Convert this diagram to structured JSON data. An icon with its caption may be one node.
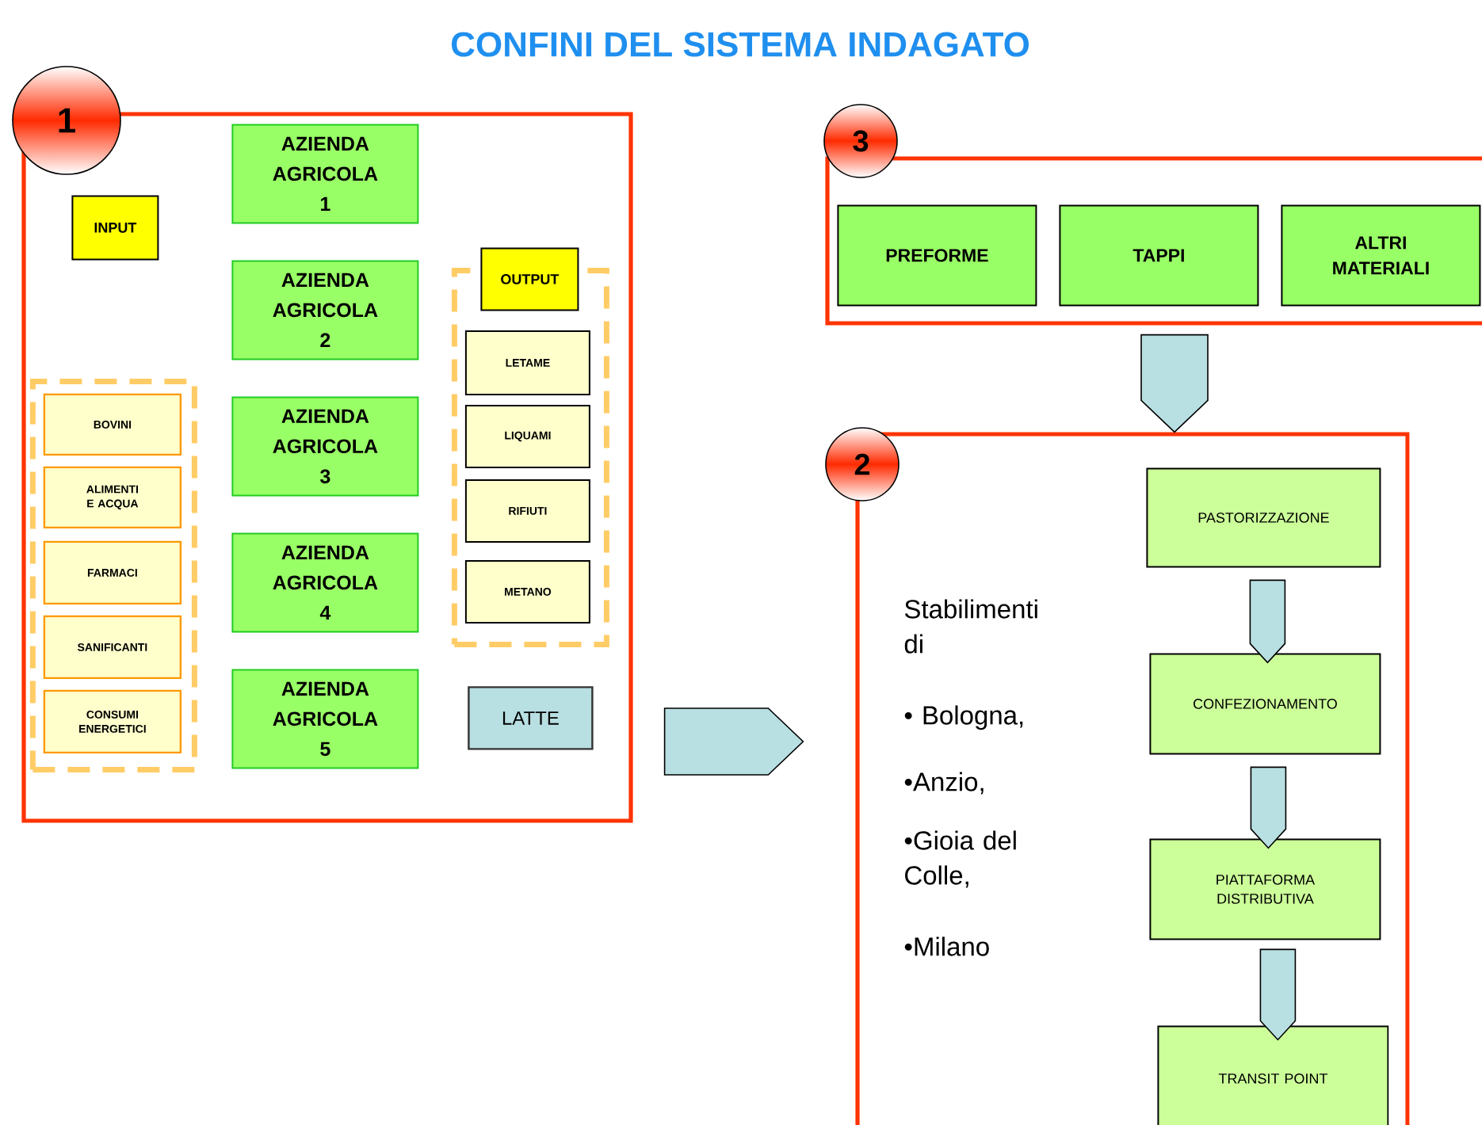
{
  "diagram": {
    "title": "CONFINI DEL SISTEMA INDAGATO",
    "nodes": [
      {
        "text": [
          "1"
        ]
      },
      {
        "text": [
          "INPUT"
        ],
        "in": 0
      },
      {
        "text": [],
        "shape": "box",
        "in": 0
      },
      {
        "text": [
          "BOVINI"
        ],
        "in": 2
      },
      {
        "text": [
          "ALIMENTI E ACQUA"
        ],
        "in": 2
      },
      {
        "text": [
          "FARMACI"
        ],
        "in": 2
      },
      {
        "text": [
          "SANIFICANTI"
        ],
        "in": 2
      },
      {
        "text": [
          "CONSUMI ENERGETICI"
        ],
        "in": 2
      },
      {
        "text": [
          "AZIENDA AGRICOLA 1"
        ],
        "in": 0
      },
      {
        "text": [
          "AZIENDA AGRICOLA 2"
        ],
        "in": 0
      },
      {
        "text": [
          "AZIENDA AGRICOLA 3"
        ],
        "in": 0
      },
      {
        "text": [
          "AZIENDA AGRICOLA 4"
        ],
        "in": 0
      },
      {
        "text": [
          "AZIENDA AGRICOLA 5"
        ],
        "in": 0
      },
      {
        "text": [],
        "shape": "box",
        "in": 0
      },
      {
        "text": [
          "OUTPUT"
        ],
        "in": 0
      },
      {
        "text": [
          "LETAME"
        ],
        "in": 13
      },
      {
        "text": [
          "LIQUAMI"
        ],
        "in": 13
      },
      {
        "text": [
          "RIFIUTI"
        ],
        "in": 13
      },
      {
        "text": [
          "METANO"
        ],
        "in": 13
      },
      {
        "text": [
          "LATTE"
        ],
        "in": 0
      },
      {
        "text": [
          "3"
        ]
      },
      {
        "text": [
          "PREFORME"
        ],
        "in": 20
      },
      {
        "text": [
          "TAPPI"
        ],
        "in": 20
      },
      {
        "text": [
          "ALTRI MATERIALI"
        ],
        "in": 20
      },
      {
        "text": [
          "2",
          "Stabilimenti di",
          "• Bologna,",
          "•Anzio,",
          "•Gioia del Colle,",
          "•Milano"
        ]
      },
      {
        "text": [
          "PASTORIZZAZIONE"
        ],
        "in": 24
      },
      {
        "text": [
          "CONFEZIONAMENTO"
        ],
        "in": 24
      },
      {
        "text": [
          "PIATTAFORMA DISTRIBUTIVA"
        ],
        "in": 24
      },
      {
        "text": [
          "TRANSIT POINT"
        ],
        "in": 24
      }
    ],
    "edges": [
      {
        "from": 0,
        "to": 24,
        "arrow": "to"
      },
      {
        "from": 20,
        "to": 24,
        "arrow": "to"
      },
      {
        "from": 25,
        "to": 26,
        "arrow": "to"
      },
      {
        "from": 26,
        "to": 27,
        "arrow": "to"
      },
      {
        "from": 27,
        "to": 28,
        "arrow": "to"
      }
    ]
  }
}
